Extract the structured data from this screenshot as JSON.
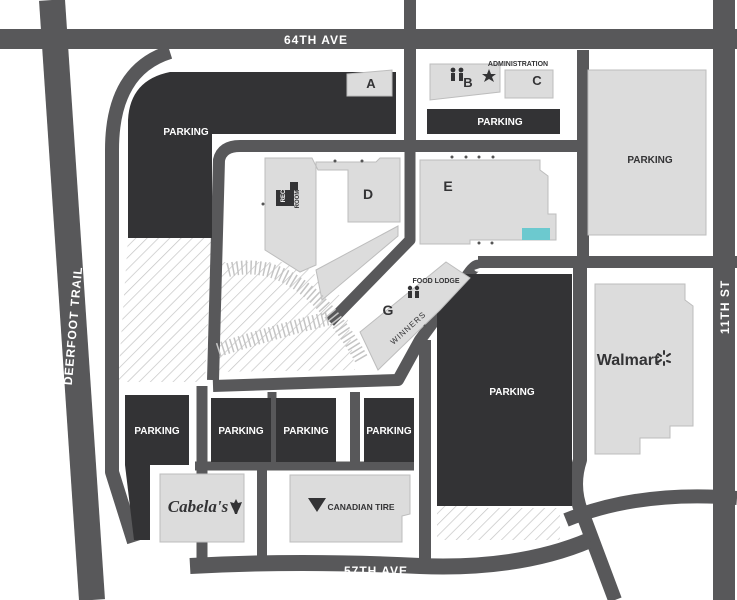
{
  "streets": {
    "top": "64TH AVE",
    "bottom": "57TH AVE",
    "left": "DEERFOOT TRAIL",
    "right": "11TH ST"
  },
  "buildings": {
    "a": "A",
    "b": "B",
    "c": "C",
    "d": "D",
    "e": "E",
    "g": "G",
    "administration": "ADMINISTRATION",
    "food_lodge": "FOOD LODGE",
    "winners": "WINNERS",
    "rec_room": [
      "REC",
      "ROOM"
    ]
  },
  "stores": {
    "walmart": "Walmart",
    "cabelas": "Cabela's",
    "canadian_tire": "CANADIAN TIRE"
  },
  "parking_label": "PARKING",
  "colors": {
    "road": "#58585a",
    "parking": "#333335",
    "building": "#dcdcdc",
    "building_stroke": "#bdbdbd",
    "accent": "#6cc9cf"
  },
  "icons": [
    "restroom-icon",
    "star-icon",
    "maple-leaf-icon",
    "triangle-logo-icon",
    "walmart-spark-icon"
  ]
}
